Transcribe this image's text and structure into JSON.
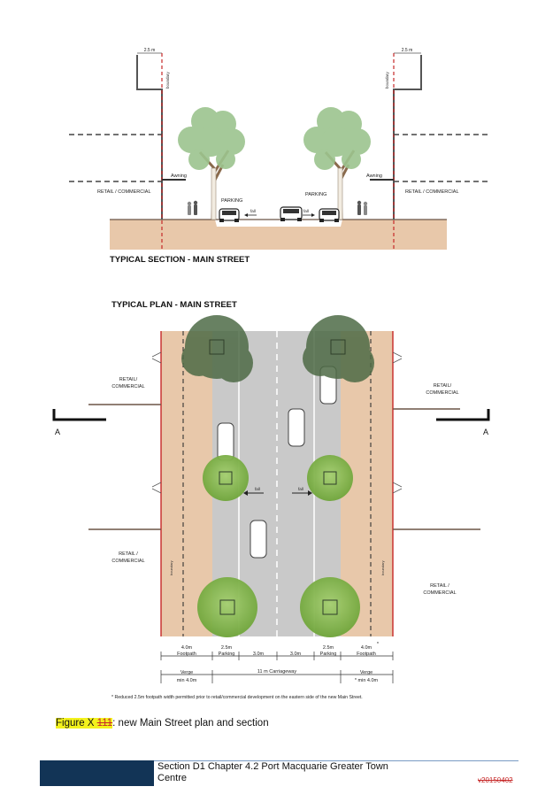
{
  "section": {
    "title": "TYPICAL SECTION - MAIN STREET",
    "boundary_width": "2.5 m",
    "boundary_label": "boundary",
    "awning_label": "Awning",
    "retail_label": "RETAIL / COMMERCIAL",
    "parking_label": "PARKING",
    "fall_label": "fall"
  },
  "plan": {
    "title": "TYPICAL PLAN - MAIN STREET",
    "retail_top": [
      "RETAIL/",
      "COMMERCIAL"
    ],
    "retail_mid_left": [
      "RETAIL /",
      "COMMERCIAL"
    ],
    "retail_bottom_right": [
      "RETAIL /",
      "COMMERCIAL"
    ],
    "section_marker": "A",
    "fall_label": "fall",
    "boundary_label": "boundary",
    "dims": [
      [
        "4.0m",
        "Footpath"
      ],
      [
        "2.5m",
        "Parking"
      ],
      [
        "3.0m",
        ""
      ],
      [
        "3.0m",
        ""
      ],
      [
        "2.5m",
        "Parking"
      ],
      [
        "4.0m",
        "Footpath"
      ]
    ],
    "dim_flag": "*",
    "verge_left": [
      "Verge",
      "min 4.0m"
    ],
    "carriageway": "11 m Carriageway",
    "verge_right": [
      "Verge",
      "* min 4.0m"
    ],
    "note": "* Reduced 2.5m footpath width permitted prior to retail/commercial development on the eastern side of the new Main Street."
  },
  "caption": {
    "prefix": "Figure X ",
    "struck": "111",
    "text": ": new Main Street plan and section"
  },
  "footer": {
    "title": "Section D1 Chapter 4.2  Port Macquarie Greater Town Centre",
    "version": "v20150402"
  }
}
